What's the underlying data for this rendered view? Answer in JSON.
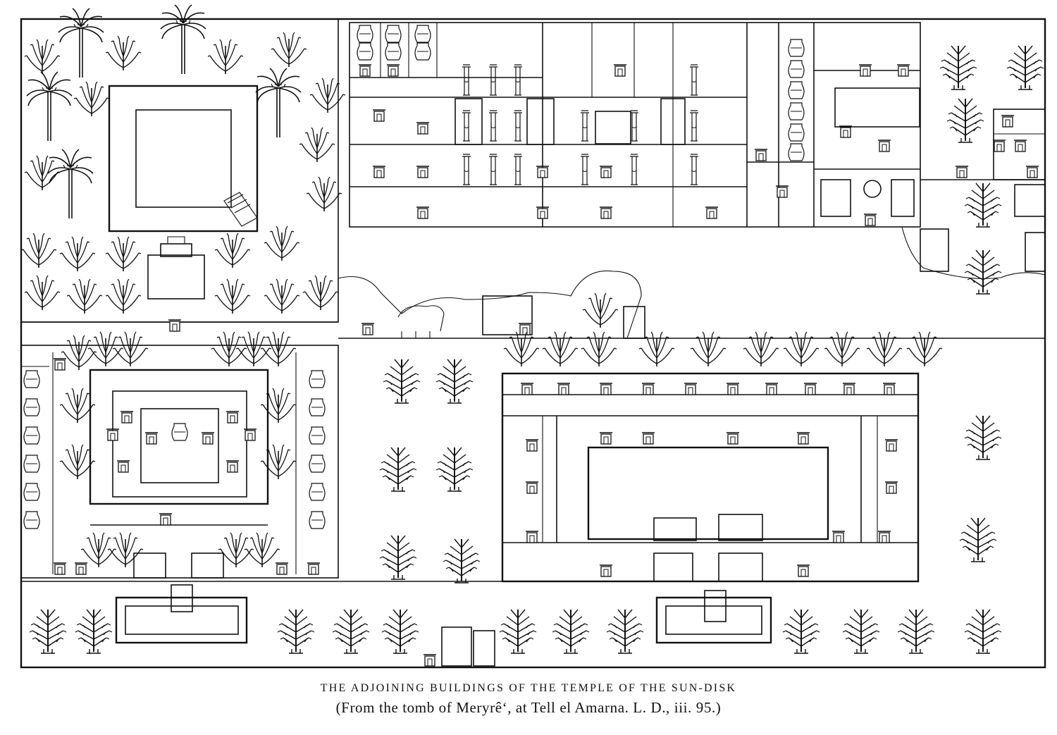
{
  "caption": {
    "title": "THE ADJOINING BUILDINGS OF THE TEMPLE OF THE SUN-DISK",
    "source": "(From the tomb of Meryrê‘, at Tell el Amarna.   L. D., iii. 95.)"
  },
  "colors": {
    "ink": "#111111",
    "paper": "#ffffff"
  },
  "regions": [
    {
      "id": "garden-pool-enclosure",
      "icon": "palm-tree-icon"
    },
    {
      "id": "storerooms-block",
      "icon": "storage-jar-icon"
    },
    {
      "id": "north-east-chambers",
      "icon": "tree-icon"
    },
    {
      "id": "ruined-strip",
      "icon": "cattle-icon"
    },
    {
      "id": "west-storehouse",
      "icon": "storage-jar-icon"
    },
    {
      "id": "tree-avenue",
      "icon": "tree-icon"
    },
    {
      "id": "colonnaded-court",
      "icon": "doorway-icon"
    },
    {
      "id": "south-gardens-pools",
      "icon": "pool-icon"
    }
  ]
}
